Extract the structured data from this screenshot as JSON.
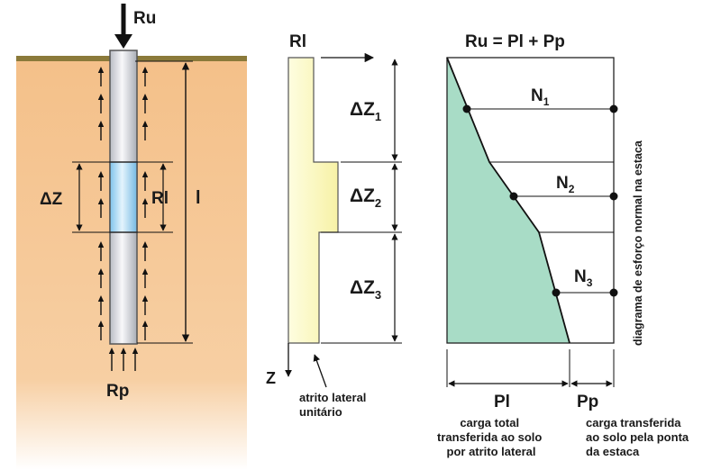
{
  "pile": {
    "load_top": "Ru",
    "load_tip": "Rp",
    "segment_label": "ΔZ",
    "segment_friction": "Rl",
    "length_label": "l"
  },
  "friction_diagram": {
    "title": "Rl",
    "segments": [
      {
        "delta": "Δ",
        "letter": "Z",
        "sub": "1"
      },
      {
        "delta": "Δ",
        "letter": "Z",
        "sub": "2"
      },
      {
        "delta": "Δ",
        "letter": "Z",
        "sub": "3"
      }
    ],
    "depth_axis": "Z",
    "annotation_line1": "atrito lateral",
    "annotation_line2": "unitário"
  },
  "normal_force_diagram": {
    "title": "Ru = Pl + Pp",
    "forces": [
      {
        "letter": "N",
        "sub": "1"
      },
      {
        "letter": "N",
        "sub": "2"
      },
      {
        "letter": "N",
        "sub": "3"
      }
    ],
    "side_label": "diagrama de esforço normal na estaca",
    "pl_label": "Pl",
    "pp_label": "Pp",
    "pl_caption": [
      "carga total",
      "transferida ao solo",
      "por atrito lateral"
    ],
    "pp_caption": [
      "carga transferida",
      "ao solo pela ponta",
      "da estaca"
    ]
  },
  "colors": {
    "soil": "#f4c089",
    "ground_line": "#8b7a3a",
    "friction_fill": "#fdfbc5",
    "normal_fill": "#a8dcc6",
    "segment_highlight": "#9fd4f2"
  }
}
